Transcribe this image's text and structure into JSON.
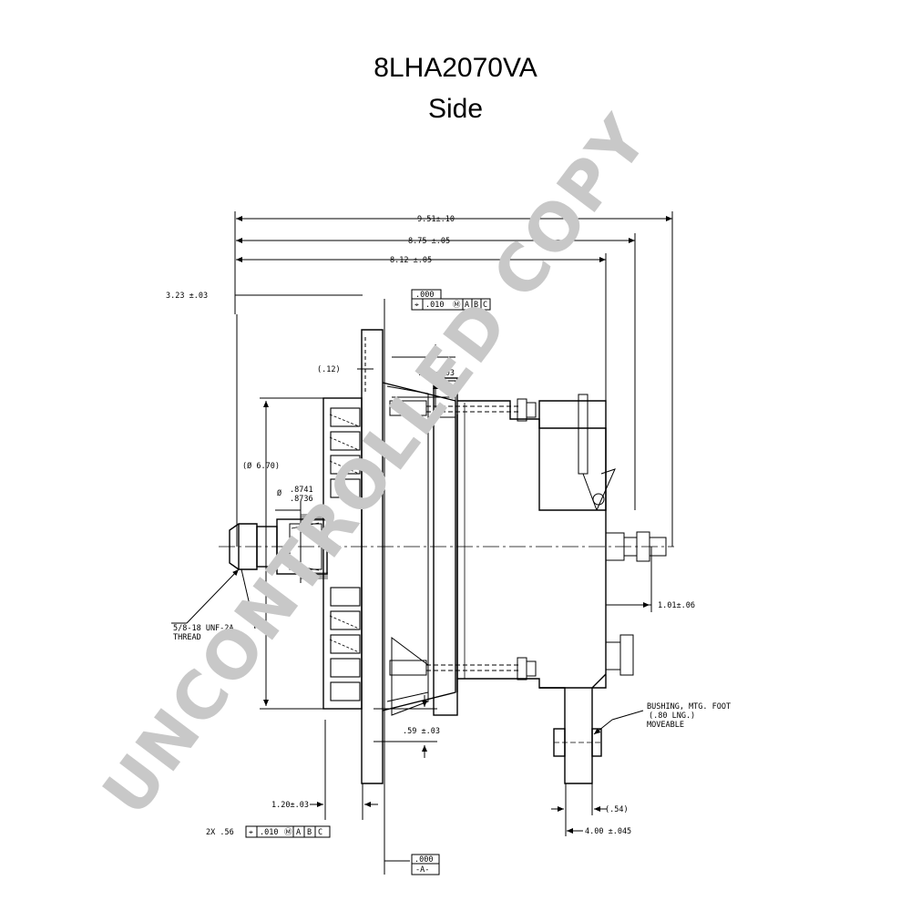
{
  "drawing": {
    "title": "8LHA2070VA",
    "subtitle": "Side",
    "watermark": "UNCONTROLLED COPY"
  },
  "dimensions": {
    "overall_length": "9.51±.10",
    "length_2": "8.75 ±.05",
    "length_3": "8.12 ±.05",
    "flange_offset": "3.23 ±.03",
    "gap": "(.12)",
    "upper_offset": ".69 ±.03",
    "lower_offset": ".59 ±.03",
    "diameter_outer": "(Ø 6.70)",
    "diameter_pilot_label": "Ø",
    "diameter_pilot_max": ".8741",
    "diameter_pilot_min": ".8736",
    "thread_1": "5/8-18 UNF-2A",
    "thread_2": "THREAD",
    "flange_thickness": "1.20±.03",
    "hole_count": "2X .56",
    "terminal_offset": "1.01±.06",
    "foot_thickness": "(.54)",
    "foot_position": "4.00 ±.045",
    "bushing_1": "BUSHING, MTG. FOOT",
    "bushing_2": "(.80 LNG.)",
    "bushing_3": "MOVEABLE"
  },
  "tolerance_frames": {
    "top_basic": ".000",
    "top_position": ".010",
    "datum_a": "A",
    "datum_b": "B",
    "datum_c": "C",
    "bottom_basic": ".000",
    "bottom_datum": "-A-"
  }
}
